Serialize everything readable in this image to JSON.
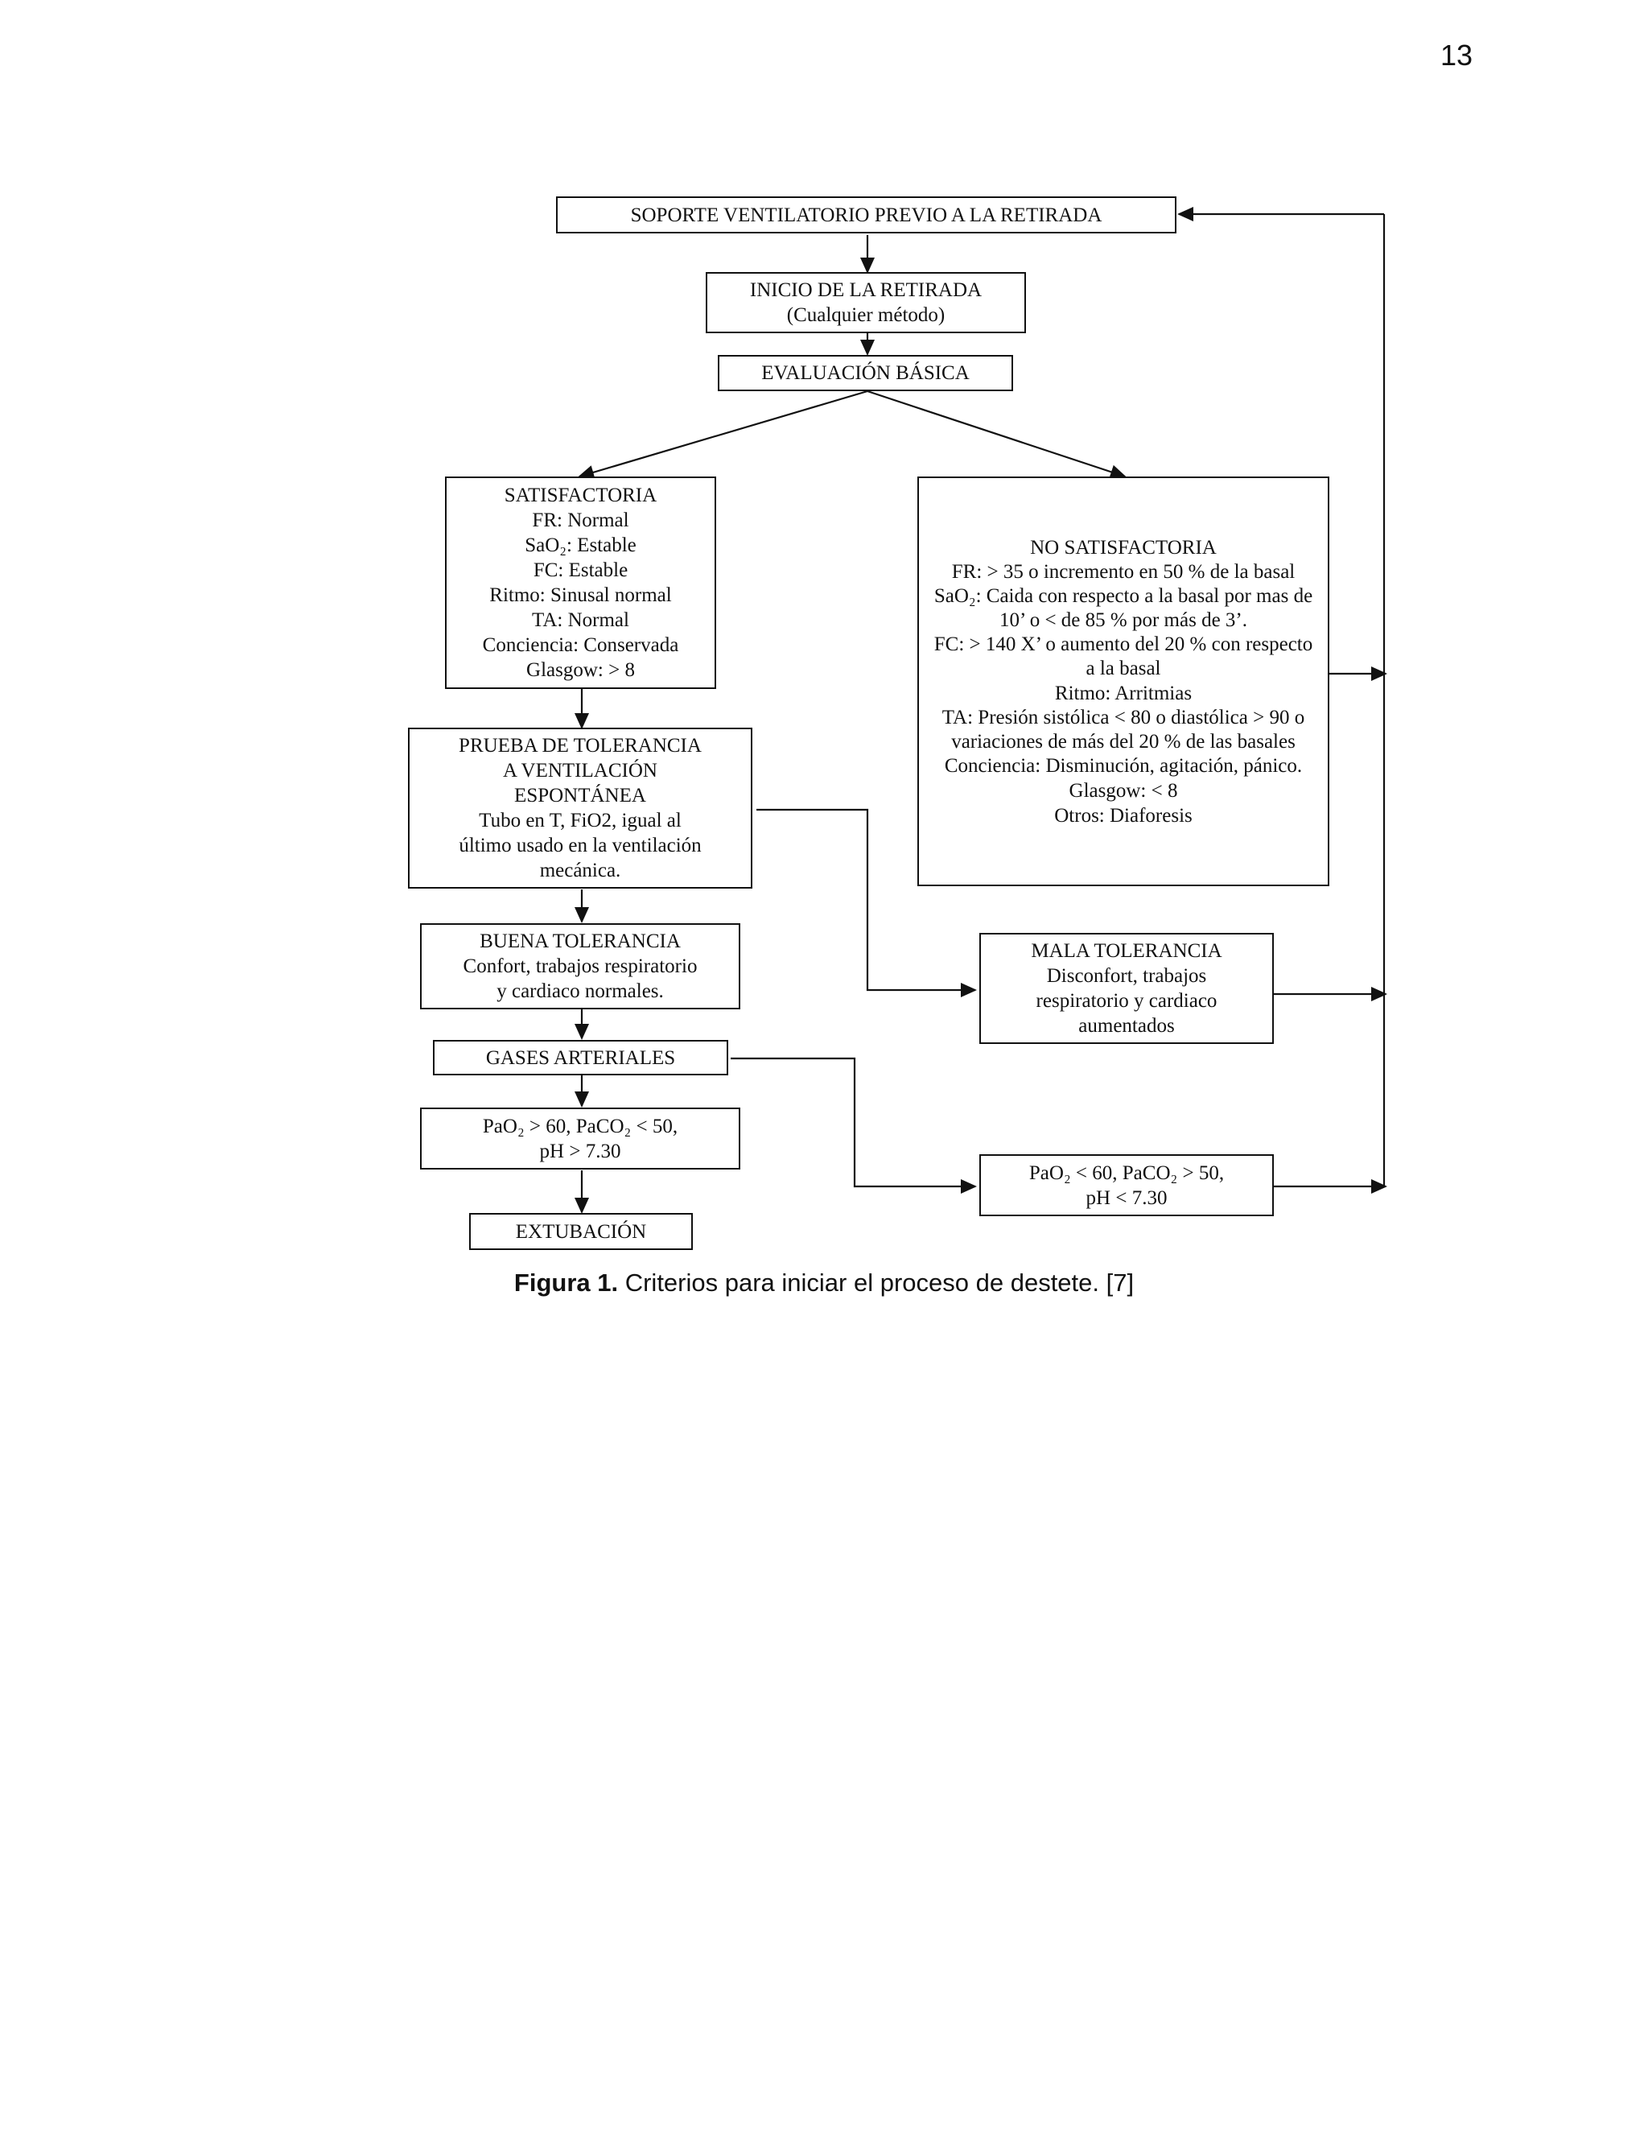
{
  "page_number": "13",
  "boxes": {
    "soporte": {
      "lines": [
        "SOPORTE VENTILATORIO PREVIO A LA RETIRADA"
      ]
    },
    "inicio": {
      "lines": [
        "INICIO DE LA RETIRADA",
        "(Cualquier método)"
      ]
    },
    "evaluacion": {
      "lines": [
        "EVALUACIÓN BÁSICA"
      ]
    },
    "satisfactoria": {
      "lines": [
        "SATISFACTORIA",
        "FR: Normal",
        "SaO₂: Estable",
        "FC: Estable",
        "Ritmo: Sinusal normal",
        "TA: Normal",
        "Conciencia: Conservada",
        "Glasgow: > 8"
      ]
    },
    "no_satisfactoria": {
      "lines": [
        "NO SATISFACTORIA",
        "FR: >  35 o incremento en 50 % de la basal",
        "SaO₂: Caida con respecto a la basal por mas de 10’ o < de 85 %  por más de 3’.",
        "FC: > 140 X’ o aumento del  20 % con respecto a la basal",
        "Ritmo: Arritmias",
        "TA: Presión sistólica < 80 o diastólica > 90 o variaciones de más del 20 % de las basales",
        "Conciencia: Disminución, agitación, pánico.",
        "Glasgow: < 8",
        "Otros: Diaforesis"
      ]
    },
    "prueba": {
      "lines": [
        "PRUEBA DE TOLERANCIA",
        "A VENTILACIÓN",
        "ESPONTÁNEA",
        "Tubo en T, FiO2, igual al",
        "último usado en la ventilación",
        "mecánica."
      ]
    },
    "buena": {
      "lines": [
        "BUENA TOLERANCIA",
        "Confort, trabajos respiratorio",
        "y cardiaco normales."
      ]
    },
    "mala": {
      "lines": [
        "MALA  TOLERANCIA",
        "Disconfort, trabajos",
        "respiratorio y cardiaco",
        "aumentados"
      ]
    },
    "gases": {
      "lines": [
        "GASES ARTERIALES"
      ]
    },
    "pao2_ok": {
      "lines": [
        "PaO₂ > 60, PaCO₂ < 50,",
        "pH > 7.30"
      ]
    },
    "pao2_bad": {
      "lines": [
        "PaO₂ <  60, PaCO₂ > 50,",
        "pH <  7.30"
      ]
    },
    "extubacion": {
      "lines": [
        "EXTUBACIÓN"
      ]
    }
  },
  "caption": {
    "label": "Figura 1.",
    "text": " Criterios para iniciar el proceso de destete. [7]"
  }
}
